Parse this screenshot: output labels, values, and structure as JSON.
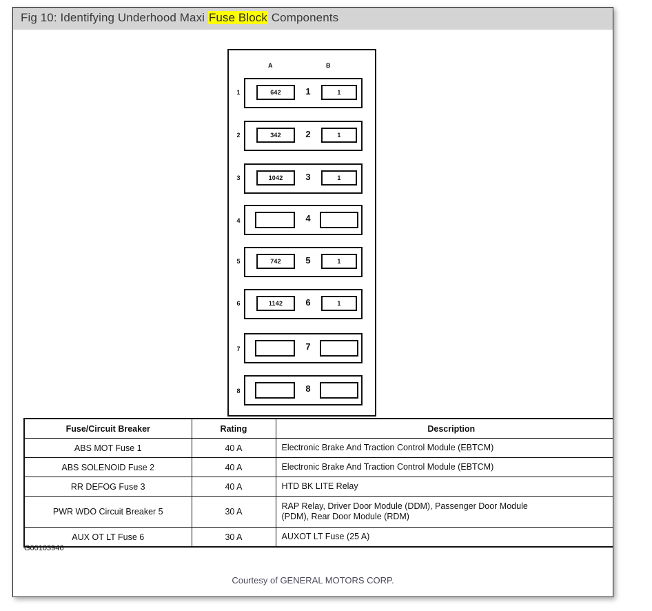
{
  "title": {
    "prefix": "Fig 10: Identifying Underhood Maxi ",
    "highlight": "Fuse Block",
    "suffix": " Components"
  },
  "diagram": {
    "column_headers": {
      "a": "A",
      "b": "B"
    },
    "rows": [
      {
        "index": "1",
        "slot_a": "642",
        "middle": "1",
        "slot_b": "1"
      },
      {
        "index": "2",
        "slot_a": "342",
        "middle": "2",
        "slot_b": "1"
      },
      {
        "index": "3",
        "slot_a": "1042",
        "middle": "3",
        "slot_b": "1"
      },
      {
        "index": "4",
        "slot_a": "",
        "middle": "4",
        "slot_b": ""
      },
      {
        "index": "5",
        "slot_a": "742",
        "middle": "5",
        "slot_b": "1"
      },
      {
        "index": "6",
        "slot_a": "1142",
        "middle": "6",
        "slot_b": "1"
      },
      {
        "index": "7",
        "slot_a": "",
        "middle": "7",
        "slot_b": ""
      },
      {
        "index": "8",
        "slot_a": "",
        "middle": "8",
        "slot_b": ""
      }
    ]
  },
  "table": {
    "headers": [
      "Fuse/Circuit Breaker",
      "Rating",
      "Description"
    ],
    "rows": [
      {
        "name": "ABS MOT Fuse 1",
        "rating": "40 A",
        "description_lines": [
          "Electronic Brake And Traction Control Module (EBTCM)"
        ]
      },
      {
        "name": "ABS SOLENOID Fuse 2",
        "rating": "40 A",
        "description_lines": [
          "Electronic Brake And Traction Control Module (EBTCM)"
        ]
      },
      {
        "name": "RR DEFOG Fuse 3",
        "rating": "40 A",
        "description_lines": [
          "HTD BK LITE Relay"
        ]
      },
      {
        "name": "PWR WDO Circuit Breaker 5",
        "rating": "30 A",
        "description_lines": [
          "RAP Relay, Driver Door Module (DDM), Passenger Door Module",
          "(PDM), Rear Door Module (RDM)"
        ]
      },
      {
        "name": "AUX OT LT Fuse 6",
        "rating": "30 A",
        "description_lines": [
          "AUXOT LT Fuse (25 A)"
        ]
      }
    ]
  },
  "footer": {
    "figure_code": "G00103946",
    "courtesy": "Courtesy of GENERAL MOTORS CORP."
  },
  "colors": {
    "title_bar_bg": "#d4d4d4",
    "highlight": "#ffff00",
    "ink": "#111111",
    "page_bg": "#ffffff"
  }
}
